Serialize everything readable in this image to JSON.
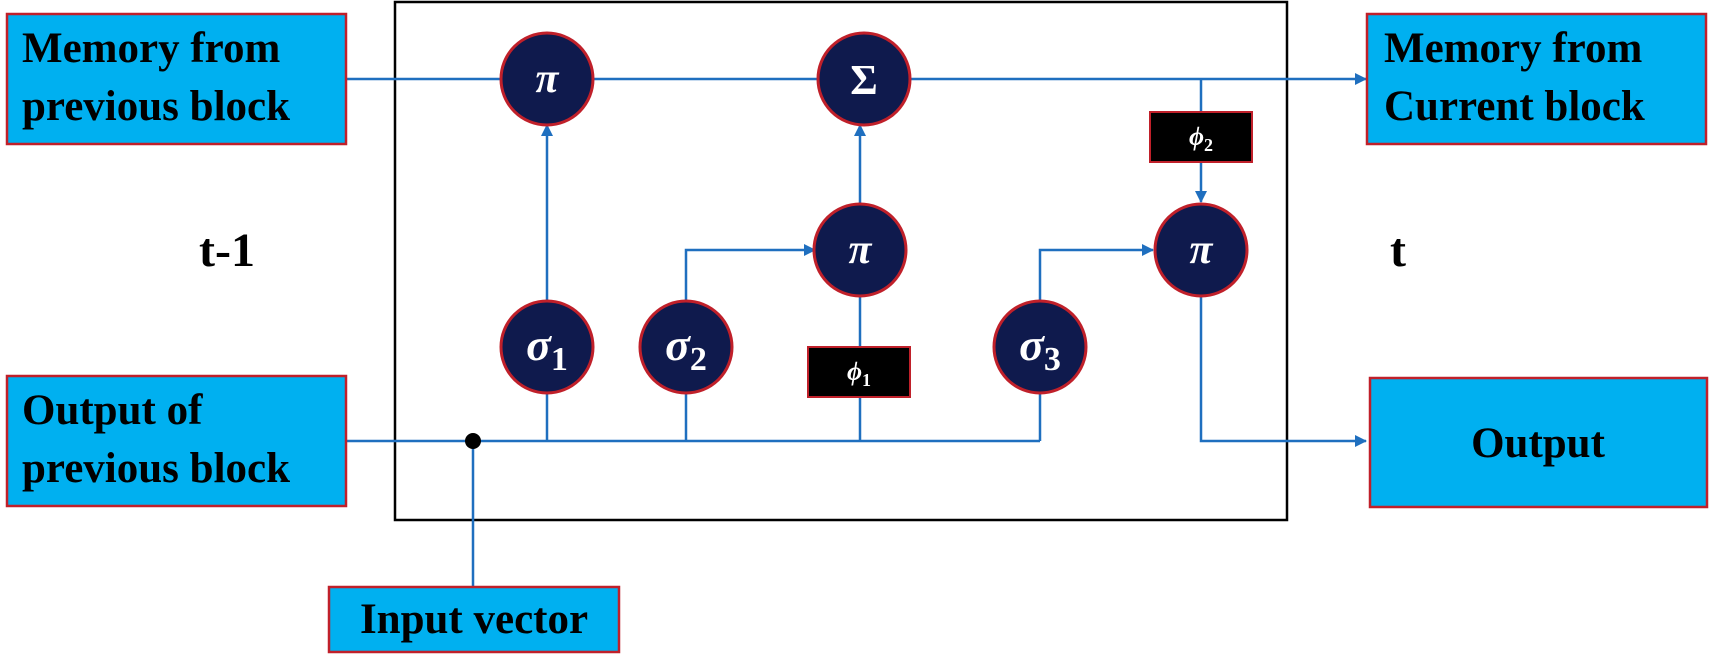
{
  "colors": {
    "box_fill": "#00b0f0",
    "box_border": "#c0202a",
    "node_fill": "#0f1a4d",
    "node_border": "#c0202a",
    "line": "#1f6fbf",
    "phi_fill": "#000000"
  },
  "boxes": {
    "memory_prev": [
      "Memory from",
      "previous block"
    ],
    "output_prev": [
      "Output of",
      "previous block"
    ],
    "memory_curr": [
      "Memory from",
      "Current block"
    ],
    "output": "Output",
    "input_vector": "Input vector"
  },
  "time_labels": {
    "prev": "t-1",
    "curr": "t"
  },
  "nodes": {
    "pi_top": {
      "symbol": "π"
    },
    "sum": {
      "symbol": "Σ"
    },
    "pi_mid": {
      "symbol": "π"
    },
    "pi_right": {
      "symbol": "π"
    },
    "sigma_1": {
      "symbol": "σ",
      "subscript": "1"
    },
    "sigma_2": {
      "symbol": "σ",
      "subscript": "2"
    },
    "sigma_3": {
      "symbol": "σ",
      "subscript": "3"
    }
  },
  "phi": {
    "phi_1": {
      "symbol": "ϕ",
      "subscript": "1"
    },
    "phi_2": {
      "symbol": "ϕ",
      "subscript": "2"
    }
  }
}
